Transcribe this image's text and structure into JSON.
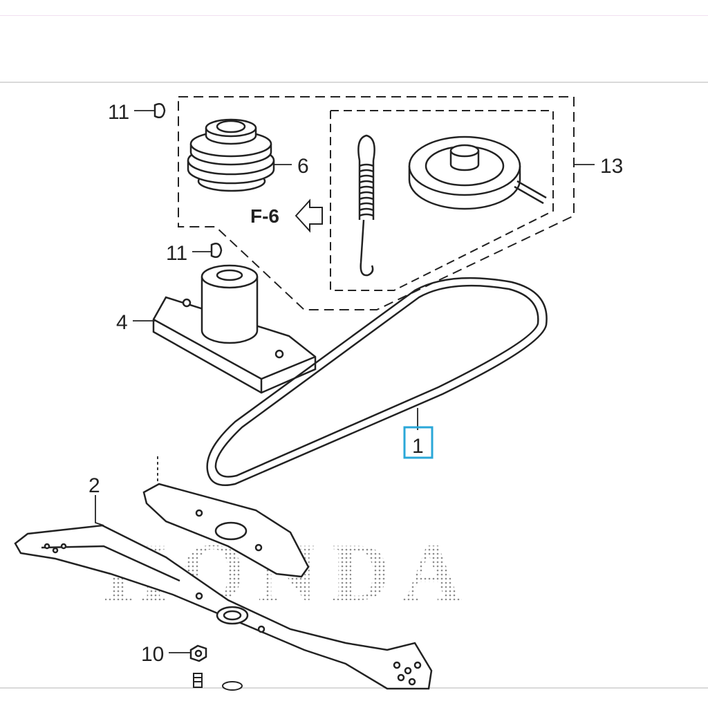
{
  "diagram": {
    "watermark": "HONDA",
    "reference": "F-6",
    "callouts": {
      "c11a": "11",
      "c11b": "11",
      "c6": "6",
      "c13": "13",
      "c4": "4",
      "c1": "1",
      "c2": "2",
      "c10": "10"
    },
    "highlight_color": "#2aa7d8",
    "line_color": "#222222"
  }
}
